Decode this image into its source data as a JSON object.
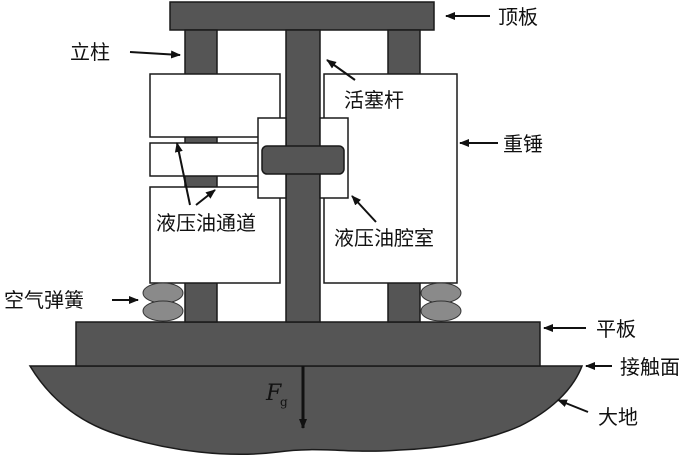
{
  "labels": {
    "top_plate": "顶板",
    "column": "立柱",
    "piston_rod": "活塞杆",
    "heavy_hammer": "重锤",
    "hydraulic_channel": "液压油通道",
    "hydraulic_chamber": "液压油腔室",
    "air_spring": "空气弹簧",
    "flat_plate": "平板",
    "contact_surface": "接触面",
    "ground": "大地",
    "force_symbol": "F",
    "force_subscript": "g"
  },
  "colors": {
    "dark_gray": "#555555",
    "spring_gray": "#8a8a8a",
    "outline": "#1a1a1a",
    "hammer_fill": "#ffffff",
    "text": "#111111"
  }
}
